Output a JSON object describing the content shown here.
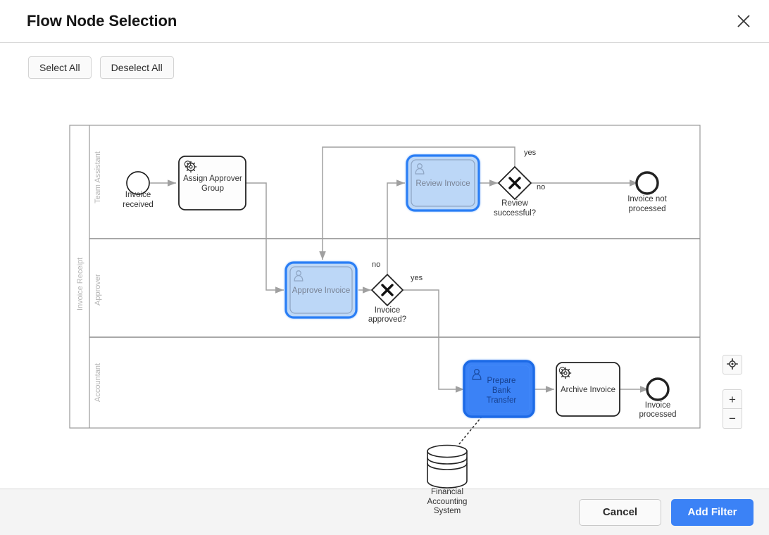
{
  "dialog": {
    "title": "Flow Node Selection",
    "close_icon": "close-icon"
  },
  "toolbar": {
    "select_all_label": "Select All",
    "deselect_all_label": "Deselect All"
  },
  "viewport_controls": {
    "fit_icon": "crosshair-target-icon",
    "zoom_in_label": "+",
    "zoom_out_label": "−"
  },
  "footer": {
    "cancel_label": "Cancel",
    "add_filter_label": "Add Filter"
  },
  "colors": {
    "primary": "#3b82f6",
    "selected_fill": "#bcd7f7",
    "selected_stroke": "#2a7ef5",
    "hovered_fill": "#3b82f6",
    "hovered_stroke": "#1e6ae6",
    "node_stroke": "#222222",
    "connector": "#a0a0a0",
    "lane_border": "#888888",
    "lane_label": "#b4b4b4",
    "footer_bg": "#f4f4f4"
  },
  "diagram": {
    "pool": {
      "name": "Invoice Receipt"
    },
    "lanes": [
      {
        "name": "Team Assistant"
      },
      {
        "name": "Approver"
      },
      {
        "name": "Accountant"
      }
    ],
    "nodes": [
      {
        "id": "start1",
        "type": "start-event",
        "label": "Invoice received",
        "lane": "Team Assistant",
        "state": "default"
      },
      {
        "id": "task1",
        "type": "service-task",
        "label": "Assign Approver Group",
        "lane": "Team Assistant",
        "state": "default"
      },
      {
        "id": "task2",
        "type": "user-task",
        "label": "Review Invoice",
        "lane": "Team Assistant",
        "state": "selected"
      },
      {
        "id": "gw1",
        "type": "xor-gateway",
        "label": "Review successful?",
        "lane": "Team Assistant",
        "state": "default"
      },
      {
        "id": "end1",
        "type": "end-event",
        "label": "Invoice not processed",
        "lane": "Team Assistant",
        "state": "default"
      },
      {
        "id": "task3",
        "type": "user-task",
        "label": "Approve Invoice",
        "lane": "Approver",
        "state": "selected"
      },
      {
        "id": "gw2",
        "type": "xor-gateway",
        "label": "Invoice approved?",
        "lane": "Approver",
        "state": "default"
      },
      {
        "id": "task4",
        "type": "user-task",
        "label": "Prepare Bank Transfer",
        "lane": "Accountant",
        "state": "hovered"
      },
      {
        "id": "task5",
        "type": "service-task",
        "label": "Archive Invoice",
        "lane": "Accountant",
        "state": "default"
      },
      {
        "id": "end2",
        "type": "end-event",
        "label": "Invoice processed",
        "lane": "Accountant",
        "state": "default"
      },
      {
        "id": "store1",
        "type": "data-store",
        "label": "Financial Accounting System",
        "lane": "",
        "state": "default"
      }
    ],
    "node_labels": {
      "start1": "Invoice received",
      "start1_l1": "Invoice",
      "start1_l2": "received",
      "task1_l1": "Assign Approver",
      "task1_l2": "Group",
      "task2": "Review Invoice",
      "gw1_l1": "Review",
      "gw1_l2": "successful?",
      "end1_l1": "Invoice not",
      "end1_l2": "processed",
      "task3": "Approve Invoice",
      "gw2_l1": "Invoice",
      "gw2_l2": "approved?",
      "task4_l1": "Prepare",
      "task4_l2": "Bank",
      "task4_l3": "Transfer",
      "task5": "Archive Invoice",
      "end2_l1": "Invoice",
      "end2_l2": "processed",
      "store1_l1": "Financial",
      "store1_l2": "Accounting",
      "store1_l3": "System"
    },
    "flow_labels": {
      "gw1_yes": "yes",
      "gw1_no": "no",
      "gw2_no": "no",
      "gw2_yes": "yes"
    }
  }
}
